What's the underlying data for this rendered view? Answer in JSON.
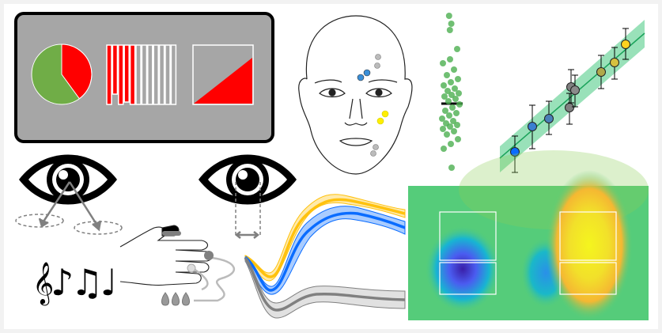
{
  "colors": {
    "screen_bg": "#a6a6a6",
    "red": "#ff0000",
    "green_pie": "#70ad47",
    "strip_dots": "#4caf50",
    "regression_band": "#7fd9a8",
    "blue_series": "#0a6cff",
    "yellow_series": "#ffc20e",
    "gray_series": "#808080",
    "heatmap_bg": "#55cc7a"
  },
  "pie": {
    "red_fraction": 0.4
  },
  "bars": {
    "count": 12,
    "red_count": 5
  },
  "icons": [
    "eye-icon",
    "eye-icon",
    "music-notes-icon",
    "hand-icon",
    "face-icon",
    "droplet-icon"
  ],
  "music": {
    "glyphs": "𝄞♪♫♩"
  }
}
